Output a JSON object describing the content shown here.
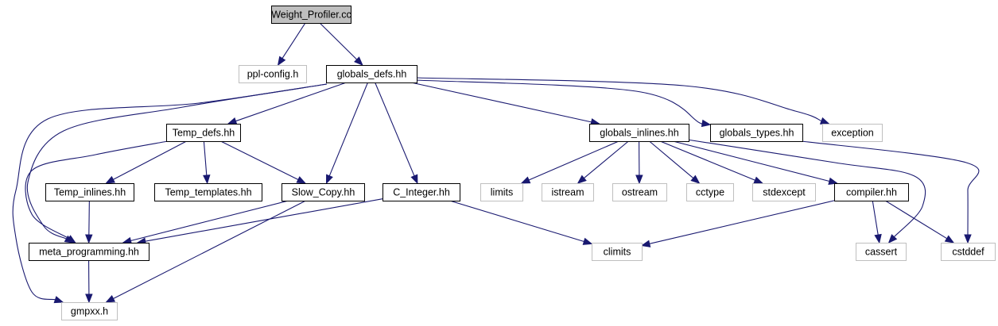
{
  "graph": {
    "title": "Weight_Profiler.cc",
    "edge_color": "#191970",
    "nodes": [
      {
        "id": "n0",
        "label": "Weight_Profiler.cc",
        "kind": "root"
      },
      {
        "id": "n1",
        "label": "ppl-config.h",
        "kind": "external"
      },
      {
        "id": "n2",
        "label": "globals_defs.hh",
        "kind": "documented"
      },
      {
        "id": "n3",
        "label": "Temp_defs.hh",
        "kind": "documented"
      },
      {
        "id": "n4",
        "label": "globals_inlines.hh",
        "kind": "documented"
      },
      {
        "id": "n5",
        "label": "globals_types.hh",
        "kind": "documented"
      },
      {
        "id": "n6",
        "label": "exception",
        "kind": "external"
      },
      {
        "id": "n7",
        "label": "Temp_inlines.hh",
        "kind": "documented"
      },
      {
        "id": "n8",
        "label": "Temp_templates.hh",
        "kind": "documented"
      },
      {
        "id": "n9",
        "label": "Slow_Copy.hh",
        "kind": "documented"
      },
      {
        "id": "n10",
        "label": "C_Integer.hh",
        "kind": "documented"
      },
      {
        "id": "n11",
        "label": "limits",
        "kind": "external"
      },
      {
        "id": "n12",
        "label": "istream",
        "kind": "external"
      },
      {
        "id": "n13",
        "label": "ostream",
        "kind": "external"
      },
      {
        "id": "n14",
        "label": "cctype",
        "kind": "external"
      },
      {
        "id": "n15",
        "label": "stdexcept",
        "kind": "external"
      },
      {
        "id": "n16",
        "label": "compiler.hh",
        "kind": "documented"
      },
      {
        "id": "n17",
        "label": "meta_programming.hh",
        "kind": "documented"
      },
      {
        "id": "n18",
        "label": "climits",
        "kind": "external"
      },
      {
        "id": "n19",
        "label": "cassert",
        "kind": "external"
      },
      {
        "id": "n20",
        "label": "cstddef",
        "kind": "external"
      },
      {
        "id": "n21",
        "label": "gmpxx.h",
        "kind": "external"
      }
    ],
    "edges": [
      [
        "n0",
        "n1"
      ],
      [
        "n0",
        "n2"
      ],
      [
        "n2",
        "n3"
      ],
      [
        "n2",
        "n9"
      ],
      [
        "n2",
        "n10"
      ],
      [
        "n2",
        "n4"
      ],
      [
        "n2",
        "n5"
      ],
      [
        "n2",
        "n6"
      ],
      [
        "n2",
        "n17"
      ],
      [
        "n2",
        "n21"
      ],
      [
        "n3",
        "n7"
      ],
      [
        "n3",
        "n8"
      ],
      [
        "n3",
        "n9"
      ],
      [
        "n3",
        "n17"
      ],
      [
        "n7",
        "n17"
      ],
      [
        "n9",
        "n17"
      ],
      [
        "n9",
        "n21"
      ],
      [
        "n10",
        "n17"
      ],
      [
        "n10",
        "n18"
      ],
      [
        "n4",
        "n11"
      ],
      [
        "n4",
        "n12"
      ],
      [
        "n4",
        "n13"
      ],
      [
        "n4",
        "n14"
      ],
      [
        "n4",
        "n15"
      ],
      [
        "n4",
        "n16"
      ],
      [
        "n4",
        "n19"
      ],
      [
        "n16",
        "n18"
      ],
      [
        "n16",
        "n19"
      ],
      [
        "n16",
        "n20"
      ],
      [
        "n5",
        "n20"
      ],
      [
        "n17",
        "n21"
      ]
    ]
  }
}
